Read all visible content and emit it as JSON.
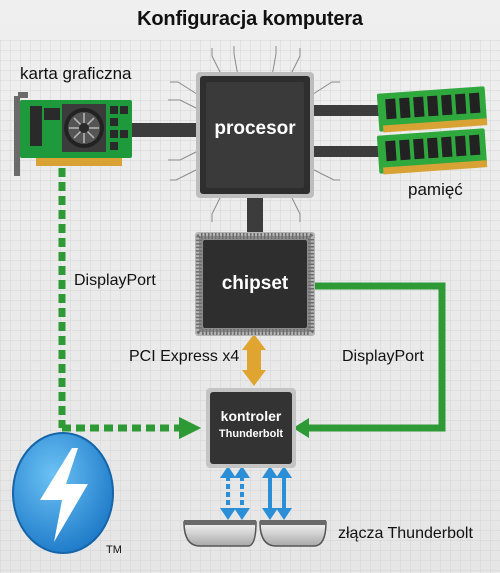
{
  "title": "Konfiguracja komputera",
  "components": {
    "cpu": "procesor",
    "chipset": "chipset",
    "controller_line1": "kontroler",
    "controller_line2": "Thunderbolt"
  },
  "labels": {
    "gpu": "karta graficzna",
    "memory": "pamięć",
    "displayport_left": "DisplayPort",
    "displayport_right": "DisplayPort",
    "pcie": "PCI Express x4",
    "ports": "złącza Thunderbolt",
    "trademark": "TM"
  },
  "colors": {
    "background": "#ebebeb",
    "chip": "#2e2e2e",
    "bus": "#3c3c3c",
    "displayport_green": "#2e9a35",
    "pcie_orange": "#e0a530",
    "thunderbolt_blue": "#2a8fd6",
    "pcb_green": "#1e9a3c"
  },
  "icons": [
    "graphics-card-icon",
    "memory-module-icon",
    "thunderbolt-logo-icon",
    "thunderbolt-port-icon"
  ]
}
